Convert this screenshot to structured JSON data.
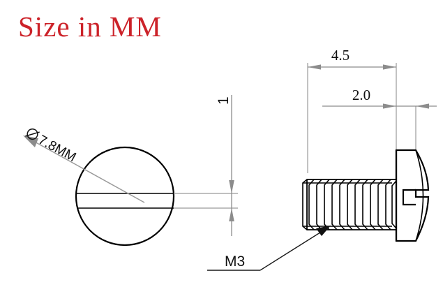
{
  "document": {
    "type": "technical-drawing",
    "subject": "M3 slotted pan head screw",
    "background_color": "#ffffff"
  },
  "title": {
    "text": "Size  in  MM",
    "color": "#cc2229"
  },
  "front_view": {
    "name": "head-on view",
    "diameter_callout": {
      "symbol": "Ø",
      "value": "7.8MM",
      "full": "Ø 7.8MM"
    },
    "slot_width_dimension": {
      "value": "1"
    }
  },
  "side_view": {
    "name": "side view",
    "thread_length_dimension": {
      "value": "4.5"
    },
    "head_thickness_dimension": {
      "value": "2.0"
    },
    "thread_callout": {
      "value": "M3"
    }
  },
  "colors": {
    "title_red": "#cc2229",
    "outline_black": "#000000",
    "dimension_gray": "#8c8c8c",
    "leader_black": "#1a1a1a"
  }
}
